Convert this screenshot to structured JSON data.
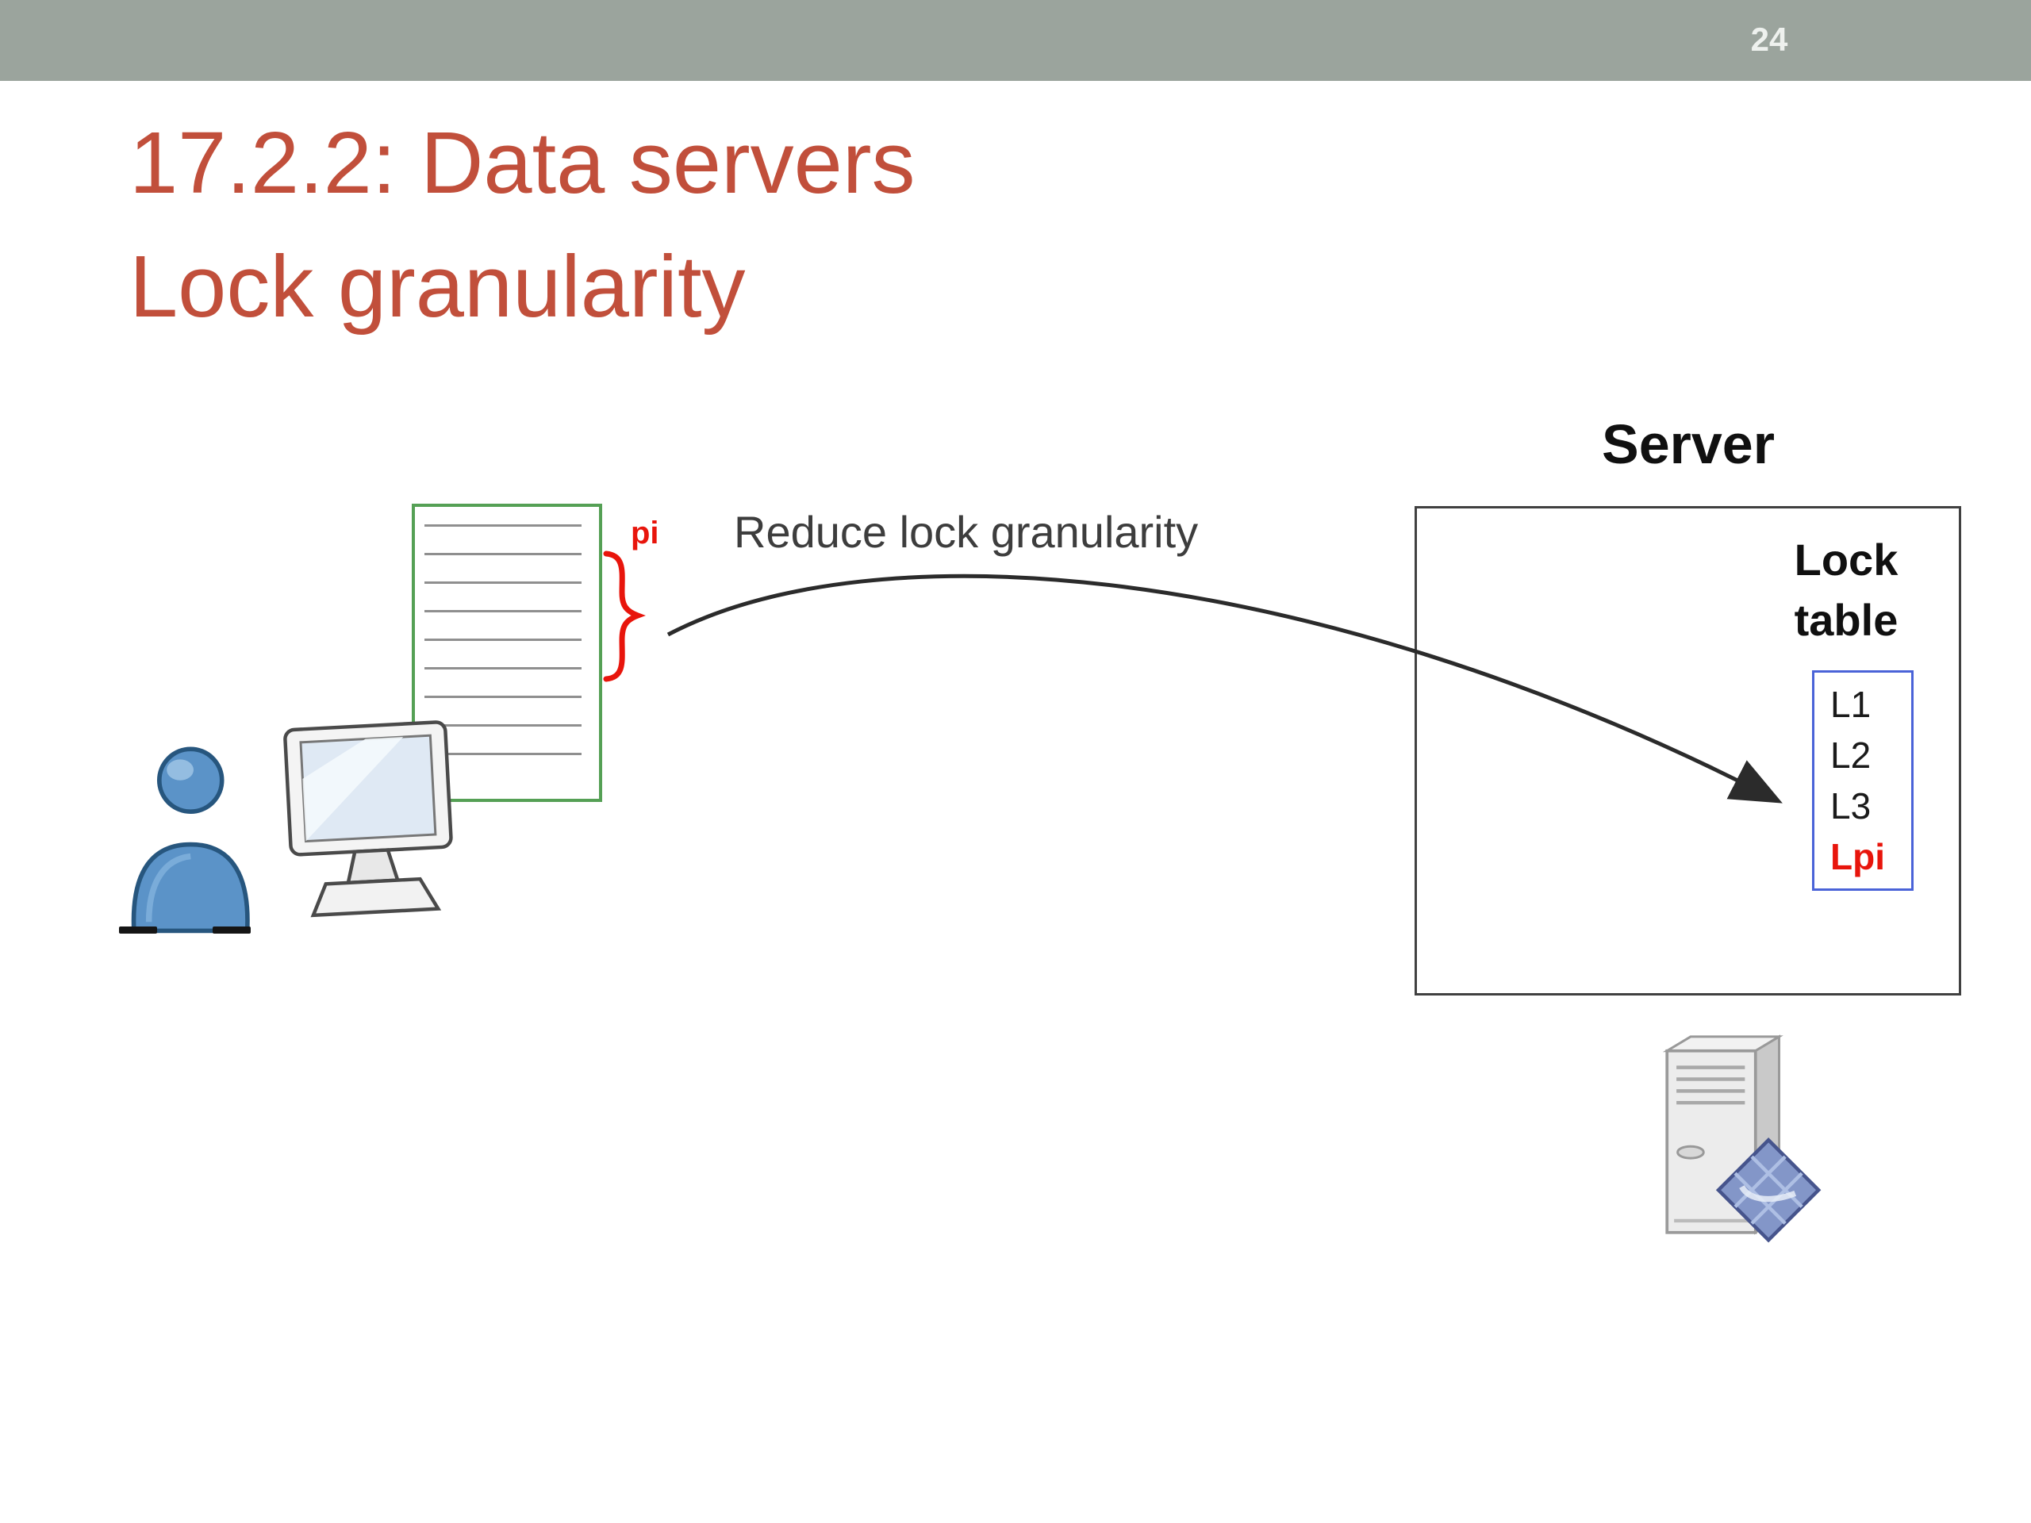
{
  "slide": {
    "page_number": "24",
    "title": {
      "line1": "17.2.2: Data servers",
      "line2": "Lock granularity"
    },
    "colors": {
      "top_bar": "#9BA49D",
      "title_accent": "#C14F3B",
      "highlight_red": "#E8150C",
      "document_border_green": "#55A055",
      "lock_box_border_blue": "#4A63D8",
      "arrow": "#2b2b2b"
    }
  },
  "diagram": {
    "arrow_label": "Reduce lock granularity",
    "brace_label": "pi",
    "server": {
      "label": "Server",
      "lock_table_label": "Lock table",
      "lock_entries": [
        {
          "label": "L1",
          "emphasis": false
        },
        {
          "label": "L2",
          "emphasis": false
        },
        {
          "label": "L3",
          "emphasis": false
        },
        {
          "label": "Lpi",
          "emphasis": true
        }
      ]
    },
    "icons": {
      "client_user": "user-icon",
      "client_monitor": "monitor-icon",
      "data_file": "document-icon",
      "server_machine": "server-tower-icon",
      "application_badge": "application-diamond-icon"
    }
  }
}
